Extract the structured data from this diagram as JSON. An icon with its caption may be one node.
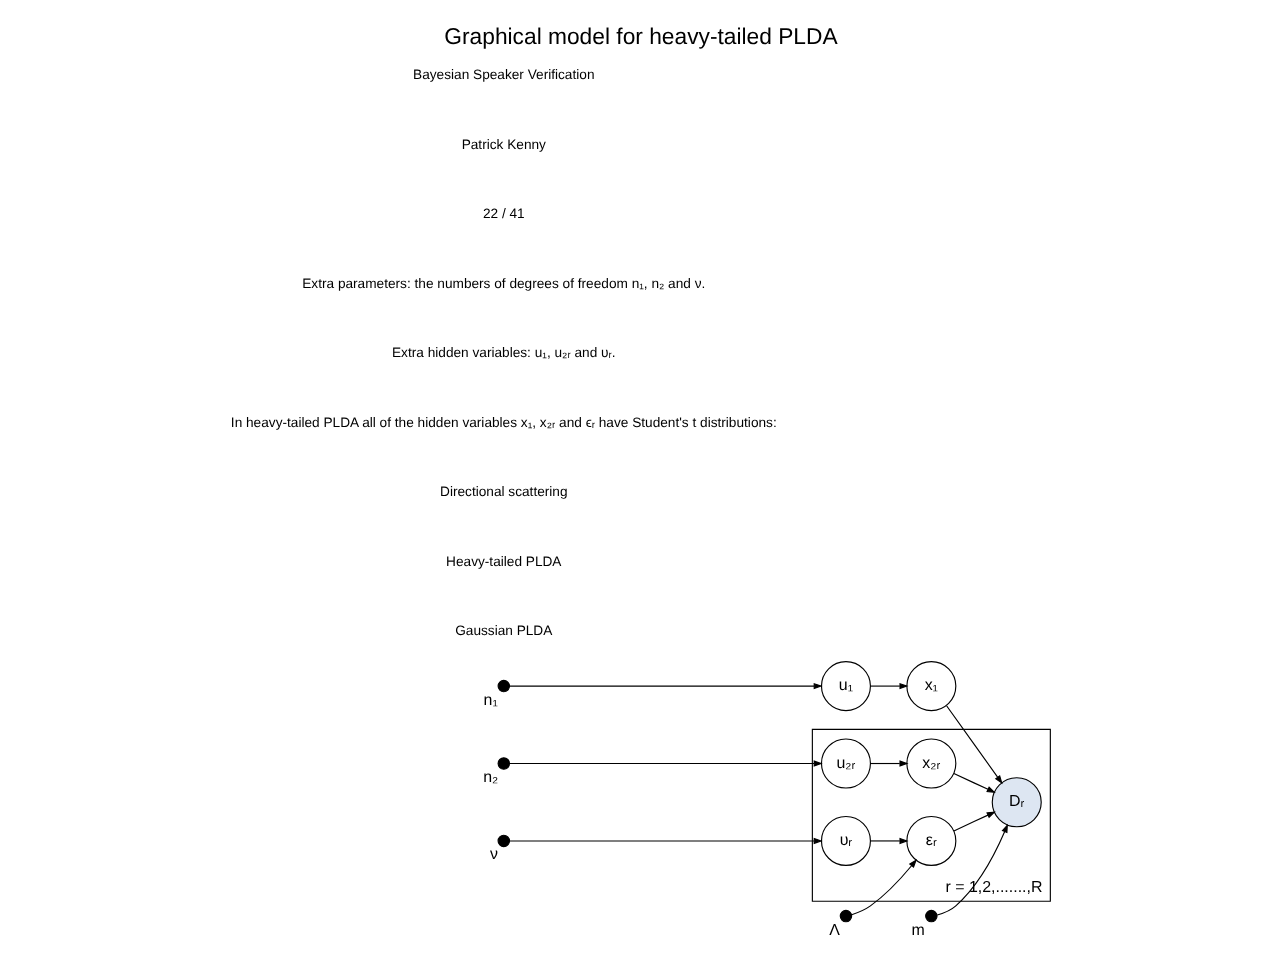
{
  "diagram": {
    "title": "Graphical model for heavy-tailed PLDA",
    "nodes": [
      {
        "text": [
          "r = 1,2,.......,R"
        ]
      },
      {
        "text": [],
        "shape": "circle",
        "beside": [
          "n₁"
        ]
      },
      {
        "text": [
          "u₁"
        ]
      },
      {
        "text": [
          "x₁"
        ]
      },
      {
        "text": [],
        "shape": "circle",
        "beside": [
          "m"
        ]
      },
      {
        "text": [],
        "shape": "circle",
        "beside": [
          "Λ"
        ]
      },
      {
        "text": [],
        "shape": "circle",
        "beside": [
          "ν"
        ]
      },
      {
        "text": [],
        "shape": "circle",
        "beside": [
          "n₂"
        ]
      },
      {
        "text": [
          "u₂ᵣ"
        ],
        "in": 0
      },
      {
        "text": [
          "x₂ᵣ"
        ],
        "in": 0
      },
      {
        "text": [
          "Dᵣ"
        ],
        "in": 0
      },
      {
        "text": [
          "εᵣ"
        ],
        "in": 0
      },
      {
        "text": [
          "υᵣ"
        ],
        "in": 0
      }
    ],
    "edges": [
      {
        "from": 1,
        "to": 2,
        "arrow": "to"
      },
      {
        "from": 2,
        "to": 3,
        "arrow": "to"
      },
      {
        "from": 3,
        "to": 10,
        "arrow": "to"
      },
      {
        "from": 4,
        "to": 10,
        "arrow": "to"
      },
      {
        "from": 5,
        "to": 11,
        "arrow": "to"
      },
      {
        "from": 6,
        "to": 12,
        "arrow": "to"
      },
      {
        "from": 7,
        "to": 8,
        "arrow": "to"
      },
      {
        "from": 8,
        "to": 9,
        "arrow": "to"
      },
      {
        "from": 9,
        "to": 10,
        "arrow": "to"
      },
      {
        "from": 11,
        "to": 10,
        "arrow": "to"
      },
      {
        "from": 12,
        "to": 11,
        "arrow": "to"
      }
    ],
    "labels": [
      "Gaussian PLDA",
      "Heavy-tailed PLDA",
      "Directional scattering",
      "In heavy-tailed PLDA all of the hidden variables x₁, x₂ᵣ and ϵᵣ have Student's t distributions:",
      "Extra hidden variables: u₁, u₂ᵣ and υᵣ.",
      "Extra parameters: the numbers of degrees of freedom n₁, n₂ and ν.",
      "22 / 41",
      "Patrick Kenny",
      "Bayesian Speaker Verification"
    ]
  }
}
